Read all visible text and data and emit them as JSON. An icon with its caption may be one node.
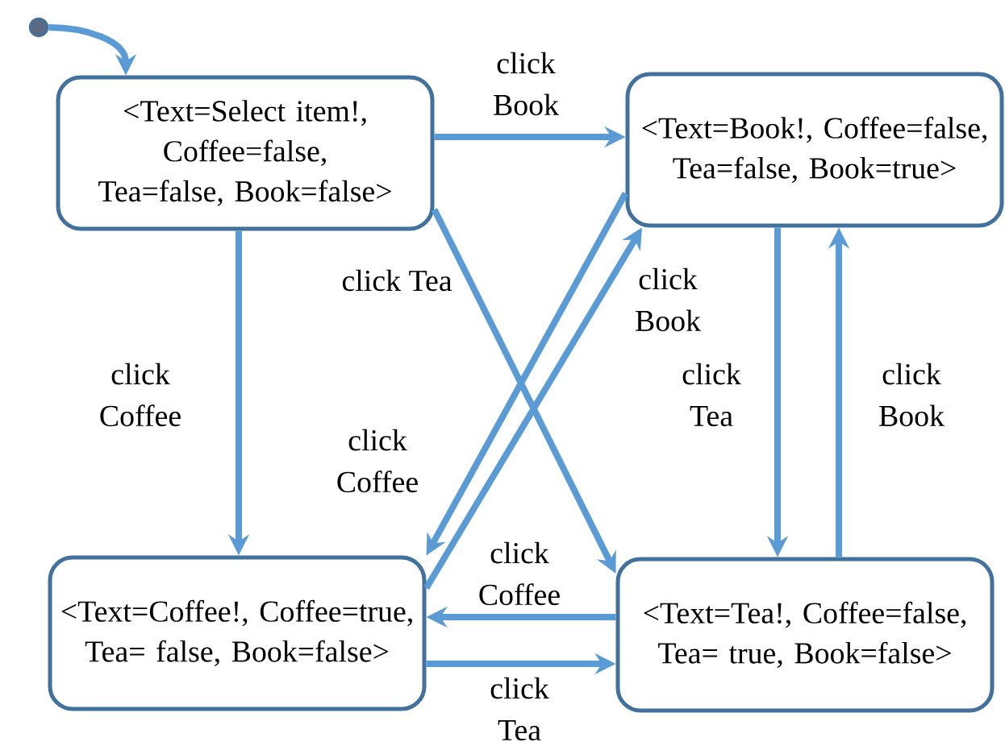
{
  "diagram": {
    "nodes": [
      {
        "text": [],
        "shape": "circle"
      },
      {
        "text": [
          "<Text=Select item!, Coffee=false, Tea=false, Book=false>"
        ]
      },
      {
        "text": [
          "<Text=Book!, Coffee=false, Tea=false, Book=true>"
        ]
      },
      {
        "text": [
          "<Text=Coffee!, Coffee=true, Tea= false, Book=false>"
        ]
      },
      {
        "text": [
          "<Text=Tea!, Coffee=false, Tea= true, Book=false>"
        ]
      }
    ],
    "edges": [
      {
        "from": 0,
        "to": 1,
        "arrow": "to"
      },
      {
        "from": 1,
        "to": 2,
        "arrow": "to",
        "label": "click Book"
      },
      {
        "from": 1,
        "to": 3,
        "arrow": "to",
        "label": "click Coffee"
      },
      {
        "from": 1,
        "to": 4,
        "arrow": "to",
        "label": "click Tea"
      },
      {
        "from": 2,
        "to": 3,
        "arrow": "to",
        "label": "click Coffee"
      },
      {
        "from": 3,
        "to": 2,
        "arrow": "to",
        "label": "click Book"
      },
      {
        "from": 2,
        "to": 4,
        "arrow": "to",
        "label": "click Tea"
      },
      {
        "from": 4,
        "to": 2,
        "arrow": "to",
        "label": "click Book"
      },
      {
        "from": 4,
        "to": 3,
        "arrow": "to",
        "label": "click Coffee"
      },
      {
        "from": 3,
        "to": 4,
        "arrow": "to",
        "label": "click Tea"
      }
    ]
  }
}
